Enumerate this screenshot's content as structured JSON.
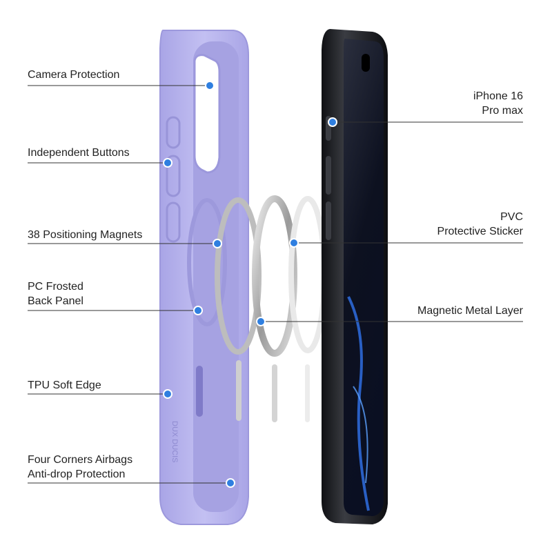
{
  "colors": {
    "case": "#b9b6ec",
    "case_inner": "#a19dde",
    "phone_frame": "#1c1d21",
    "screen": "#0c1020",
    "dot": "#2f7fe0",
    "line": "#333333"
  },
  "brand_watermark": "DUX DUCIS",
  "callouts": {
    "camera_protection": [
      "Camera Protection"
    ],
    "independent_buttons": [
      "Independent Buttons"
    ],
    "positioning_magnets": [
      "38 Positioning Magnets"
    ],
    "back_panel": [
      "PC Frosted",
      "Back Panel"
    ],
    "soft_edge": [
      "TPU Soft Edge"
    ],
    "corner_airbags": [
      "Four Corners Airbags",
      "Anti-drop Protection"
    ],
    "iphone_model": [
      "iPhone 16",
      "Pro max"
    ],
    "pvc_sticker": [
      "PVC",
      "Protective Sticker"
    ],
    "metal_layer": [
      "Magnetic Metal Layer"
    ]
  }
}
